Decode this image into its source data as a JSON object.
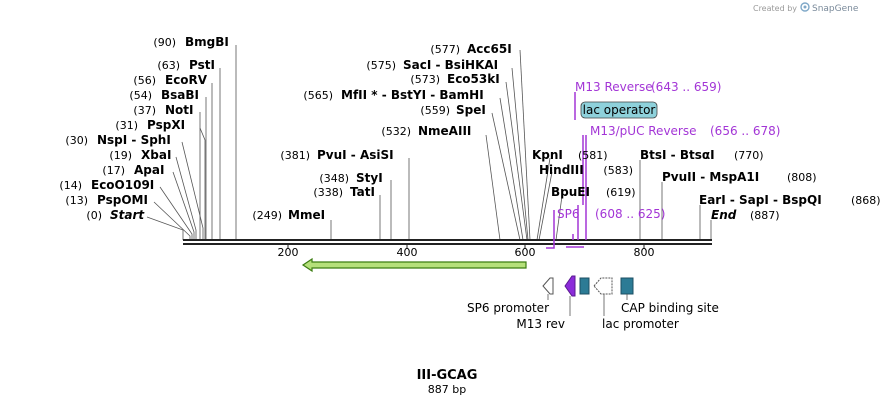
{
  "credit": {
    "prefix": "Created by",
    "brand": "SnapGene"
  },
  "map": {
    "name": "III-GCAG",
    "length_label": "887 bp"
  },
  "ticks": [
    "200",
    "400",
    "600",
    "800"
  ],
  "sites": [
    {
      "pos": "(90)",
      "name": "BmgBI"
    },
    {
      "pos": "(63)",
      "name": "PstI"
    },
    {
      "pos": "(56)",
      "name": "EcoRV"
    },
    {
      "pos": "(54)",
      "name": "BsaBI"
    },
    {
      "pos": "(37)",
      "name": "NotI"
    },
    {
      "pos": "(31)",
      "name": "PspXI"
    },
    {
      "pos": "(30)",
      "name": "NspI  -  SphI"
    },
    {
      "pos": "(19)",
      "name": "XbaI"
    },
    {
      "pos": "(17)",
      "name": "ApaI"
    },
    {
      "pos": "(14)",
      "name": "EcoO109I"
    },
    {
      "pos": "(13)",
      "name": "PspOMI"
    },
    {
      "pos": "(0)",
      "name": "Start"
    },
    {
      "pos": "(249)",
      "name": "MmeI"
    },
    {
      "pos": "(381)",
      "name": "PvuI  -  AsiSI"
    },
    {
      "pos": "(348)",
      "name": "StyI"
    },
    {
      "pos": "(338)",
      "name": "TatI"
    },
    {
      "pos": "(577)",
      "name": "Acc65I"
    },
    {
      "pos": "(575)",
      "name": "SacI  -  BsiHKAI"
    },
    {
      "pos": "(573)",
      "name": "Eco53kI"
    },
    {
      "pos": "(565)",
      "name": "MfII * - BstYI  -  BamHI"
    },
    {
      "pos": "(559)",
      "name": "SpeI"
    },
    {
      "pos": "(532)",
      "name": "NmeAIII"
    },
    {
      "pos": "(581)",
      "name": "KpnI"
    },
    {
      "pos": "",
      "name": "HindIII"
    },
    {
      "pos": "(619)",
      "name": "BpuEI"
    },
    {
      "pos": "(583)",
      "name": "BtsI  -  BtsαI"
    },
    {
      "pos": "(770)",
      "name": ""
    },
    {
      "pos": "(808)",
      "name": "PvuII  -  MspA1I"
    },
    {
      "pos": "(868)",
      "name": "EarI  -  SapI  -  BspQI"
    },
    {
      "pos": "(887)",
      "name": "End"
    }
  ],
  "primers": [
    {
      "name": "M13 Reverse",
      "range": "(643 .. 659)"
    },
    {
      "name": "M13/pUC Reverse",
      "range": "(656 .. 678)"
    },
    {
      "name": "SP6",
      "range": "(608 .. 625)"
    }
  ],
  "features": {
    "lac_operator": "lac operator",
    "sp6_promoter": "SP6 promoter",
    "m13_rev": "M13 rev",
    "lac_promoter": "lac promoter",
    "cap_site": "CAP binding site"
  },
  "colors": {
    "primer": "#a335d6",
    "arrow_fill": "#b5e07a",
    "arrow_stroke": "#3c7d12",
    "cap_box": "#2c7b95",
    "lac_operator_box": "#8ed1db",
    "m13_feature": "#8b2bd9"
  }
}
